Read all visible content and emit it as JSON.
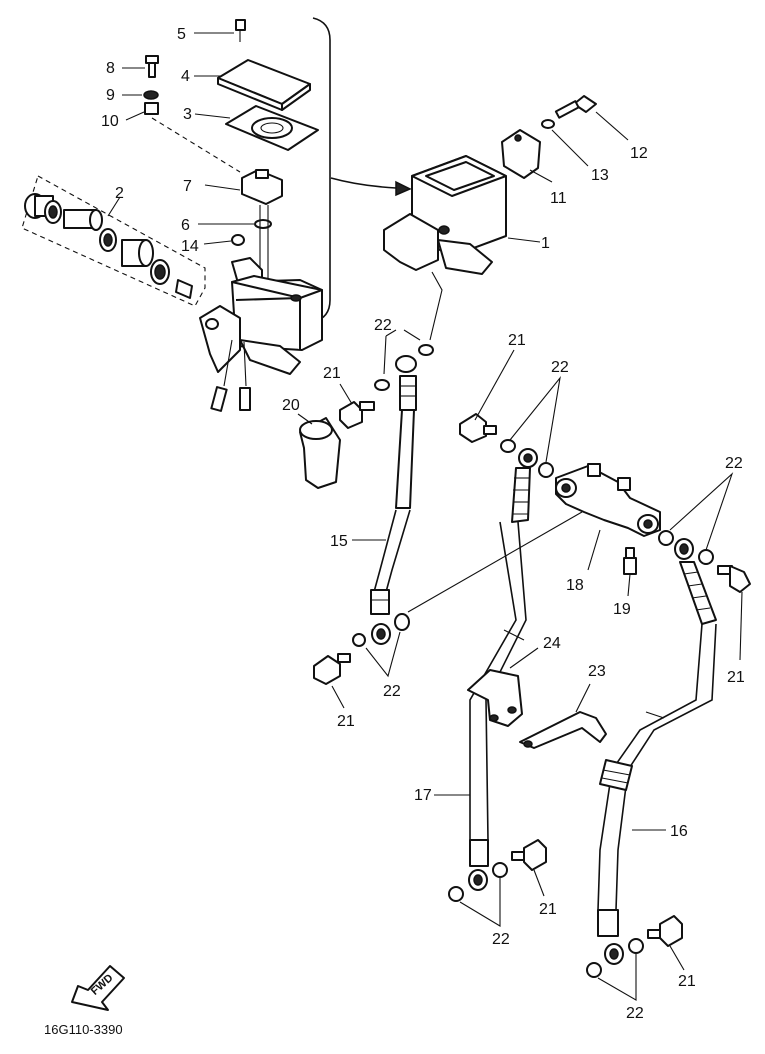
{
  "drawing_code": "16G110-3390",
  "fwd_label": "FWD",
  "callouts": {
    "c1": "1",
    "c2": "2",
    "c3": "3",
    "c4": "4",
    "c5": "5",
    "c6": "6",
    "c7": "7",
    "c8": "8",
    "c9": "9",
    "c10": "10",
    "c11": "11",
    "c12": "12",
    "c13": "13",
    "c14": "14",
    "c15": "15",
    "c16": "16",
    "c17": "17",
    "c18": "18",
    "c19": "19",
    "c20": "20",
    "c21a": "21",
    "c21b": "21",
    "c21c": "21",
    "c21d": "21",
    "c21e": "21",
    "c21f": "21",
    "c22a": "22",
    "c22b": "22",
    "c22c": "22",
    "c22d": "22",
    "c22e": "22",
    "c22f": "22",
    "c23": "23",
    "c24": "24"
  }
}
